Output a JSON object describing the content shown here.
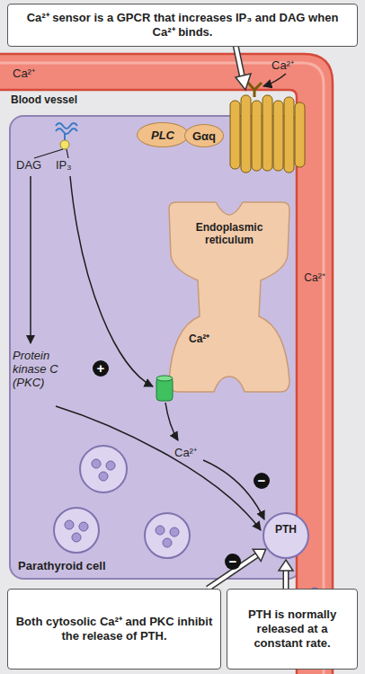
{
  "diagram": {
    "nodes": [
      {
        "text": [
          "Ca²⁺ sensor is a GPCR that increases IP₃ and DAG when Ca²⁺ binds."
        ]
      },
      {
        "text": [
          "Parathyroid cell"
        ]
      },
      {
        "text": [
          "PLC"
        ],
        "in": 1
      },
      {
        "text": [
          "Gαq"
        ],
        "in": 1
      },
      {
        "text": [
          "Endoplasmic reticulum",
          "Ca²⁺"
        ],
        "in": 1
      },
      {
        "text": [
          "PTH"
        ],
        "in": 1
      },
      {
        "text": [
          "Both cytosolic Ca²⁺ and PKC inhibit the release of PTH."
        ]
      },
      {
        "text": [
          "PTH is normally released at a constant rate."
        ]
      }
    ],
    "edges": [
      {
        "from": 6,
        "to": 5,
        "arrow": "to"
      },
      {
        "from": 7,
        "to": 5,
        "arrow": "to"
      }
    ],
    "labels": [
      "Ca²⁺",
      "Ca²⁺",
      "Blood vessel",
      "DAG",
      "IP₃",
      "+",
      "Protein kinase C (PKC)",
      "Ca²⁺",
      "−",
      "−",
      "Ca²⁺"
    ]
  }
}
